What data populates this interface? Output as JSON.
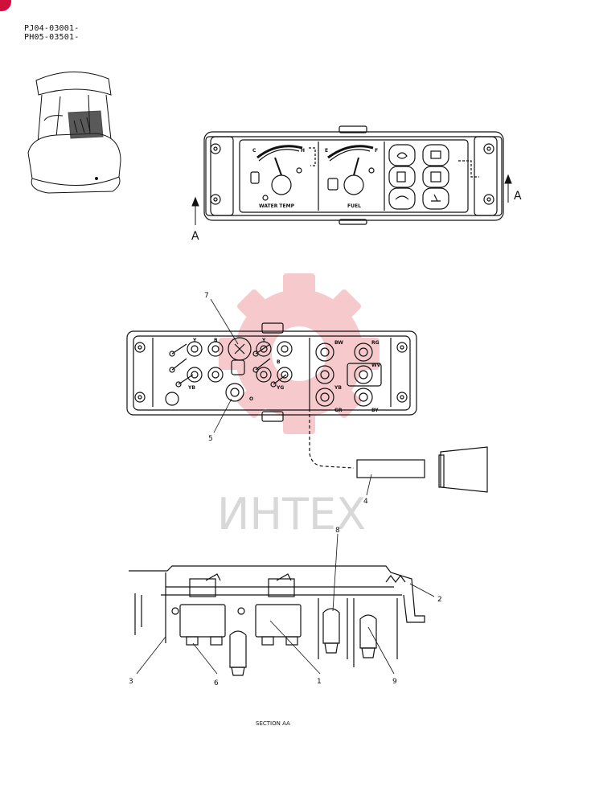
{
  "header": {
    "serial_line_1": "PJ04-03001-",
    "serial_line_2": "PH05-03501-"
  },
  "watermark": {
    "text": "ИНТЕХ",
    "gear_color": "#f4b9bd"
  },
  "view_arrows": {
    "left": "A",
    "right": "A"
  },
  "gauge_labels": {
    "water_temp": "WATER TEMP",
    "fuel": "FUEL",
    "c": "C",
    "h": "H",
    "e": "E",
    "f": "F"
  },
  "wire_colors": {
    "y1": "Y",
    "b1": "B",
    "y2": "Y",
    "b2": "B",
    "yb": "YB",
    "o": "O",
    "yg": "YG",
    "bw": "BW",
    "rg": "RG",
    "yb2": "YB",
    "wv": "WV",
    "gr": "GR",
    "by": "BY"
  },
  "callouts": {
    "c1": "1",
    "c2": "2",
    "c3": "3",
    "c4": "4",
    "c5": "5",
    "c6": "6",
    "c7": "7",
    "c8": "8",
    "c9": "9"
  },
  "caption": "SECTION AA",
  "colors": {
    "badge": "#d0103a",
    "line": "#111111"
  }
}
